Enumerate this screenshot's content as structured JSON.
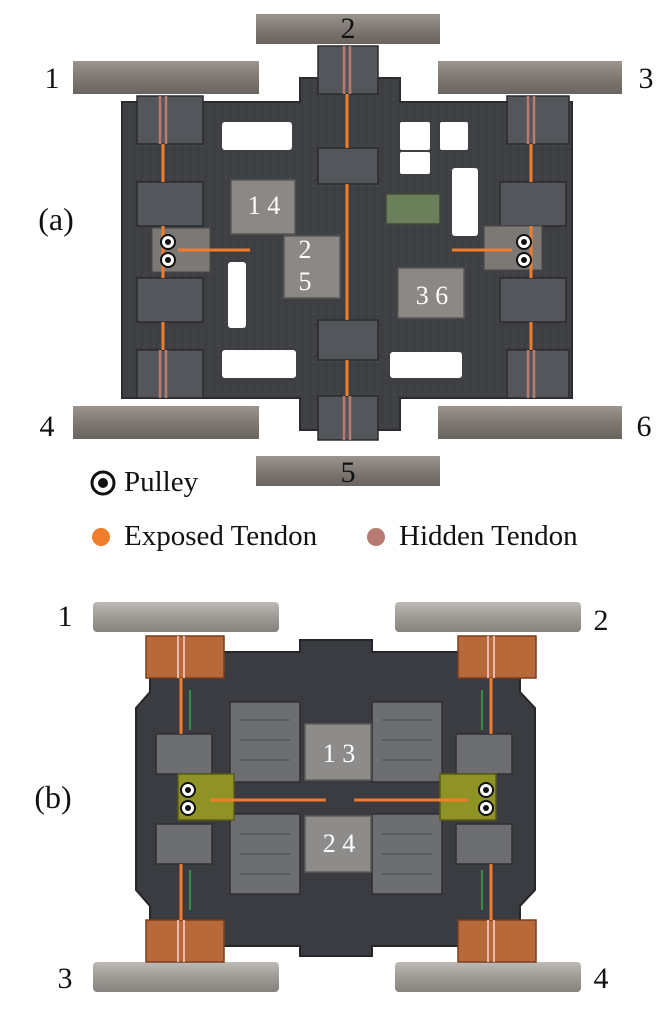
{
  "panel_a": {
    "label": "(a)",
    "wheels": [
      "1",
      "2",
      "3",
      "4",
      "5",
      "6"
    ],
    "module_labels": [
      "1 4",
      "2",
      "5",
      "3 6"
    ]
  },
  "legend": {
    "pulley": "Pulley",
    "exposed_tendon": "Exposed Tendon",
    "hidden_tendon": "Hidden Tendon"
  },
  "panel_b": {
    "label": "(b)",
    "wheels": [
      "1",
      "2",
      "3",
      "4"
    ],
    "module_labels": [
      "1 3",
      "2 4"
    ]
  },
  "colors": {
    "exposed_tendon": "#ef7d2c",
    "hidden_tendon": "#b87b72",
    "chassis": "#3b3c40",
    "wheel": "#8c8580",
    "copper": "#b8693a",
    "olive": "#8f9326"
  }
}
